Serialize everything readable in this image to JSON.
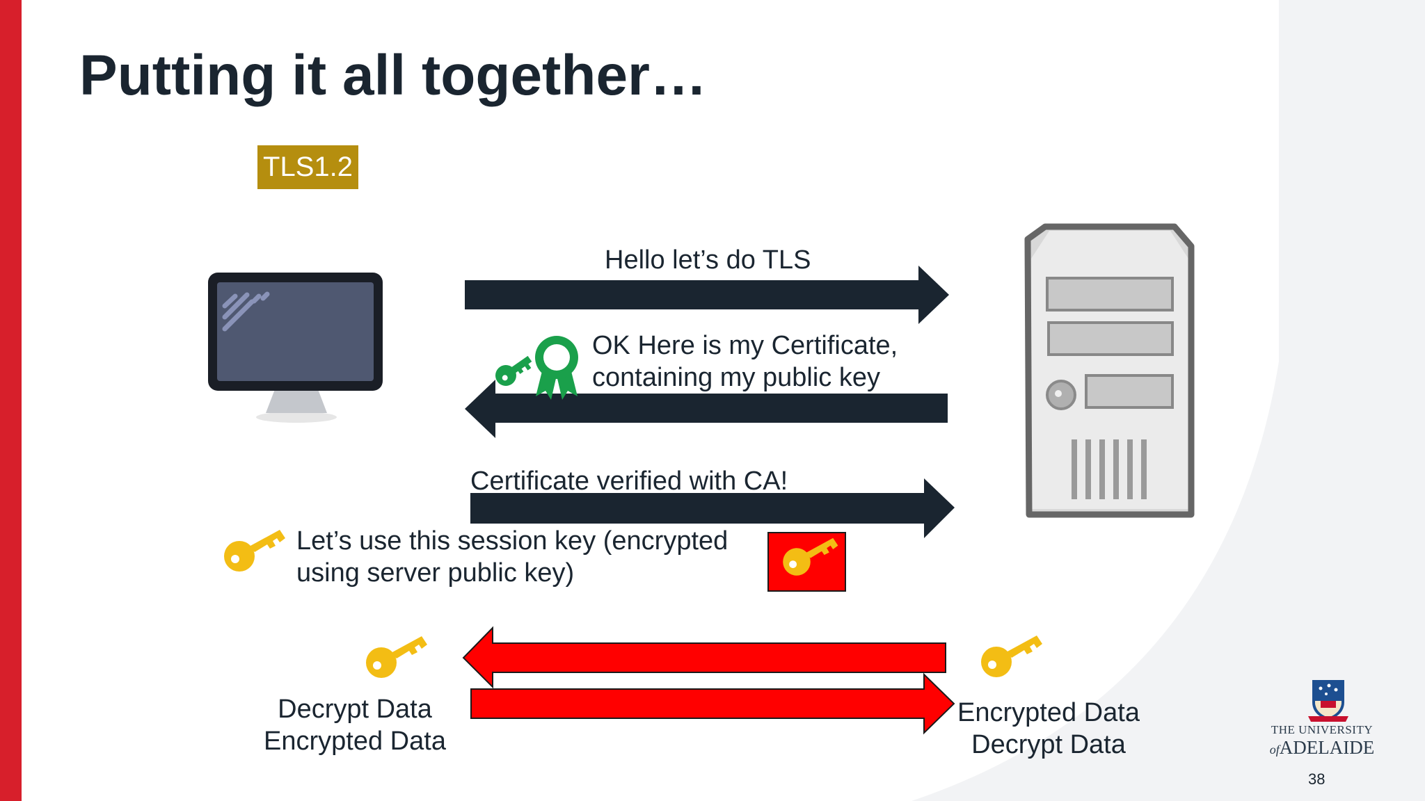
{
  "slide": {
    "title": "Putting it all together…",
    "badge": "TLS1.2",
    "page_number": "38"
  },
  "messages": {
    "hello": "Hello let’s do TLS",
    "certificate": [
      "OK Here is my Certificate,",
      "containing my public key"
    ],
    "verified": "Certificate verified with CA!",
    "session_key": [
      "Let’s use this session key (encrypted",
      "using server public key)"
    ]
  },
  "client_labels": [
    "Decrypt Data",
    "Encrypted Data"
  ],
  "server_labels": [
    "Encrypted Data",
    "Decrypt Data"
  ],
  "logo": {
    "line1": "THE UNIVERSITY",
    "line2_of": "of",
    "line2_name": "ADELAIDE"
  },
  "colors": {
    "accent_red": "#d71f2b",
    "arrow_dark": "#1a2530",
    "arrow_red": "#ff0000",
    "badge_gold": "#b58e0f",
    "key_gold": "#f3bd14",
    "cert_green": "#1aa04b"
  }
}
